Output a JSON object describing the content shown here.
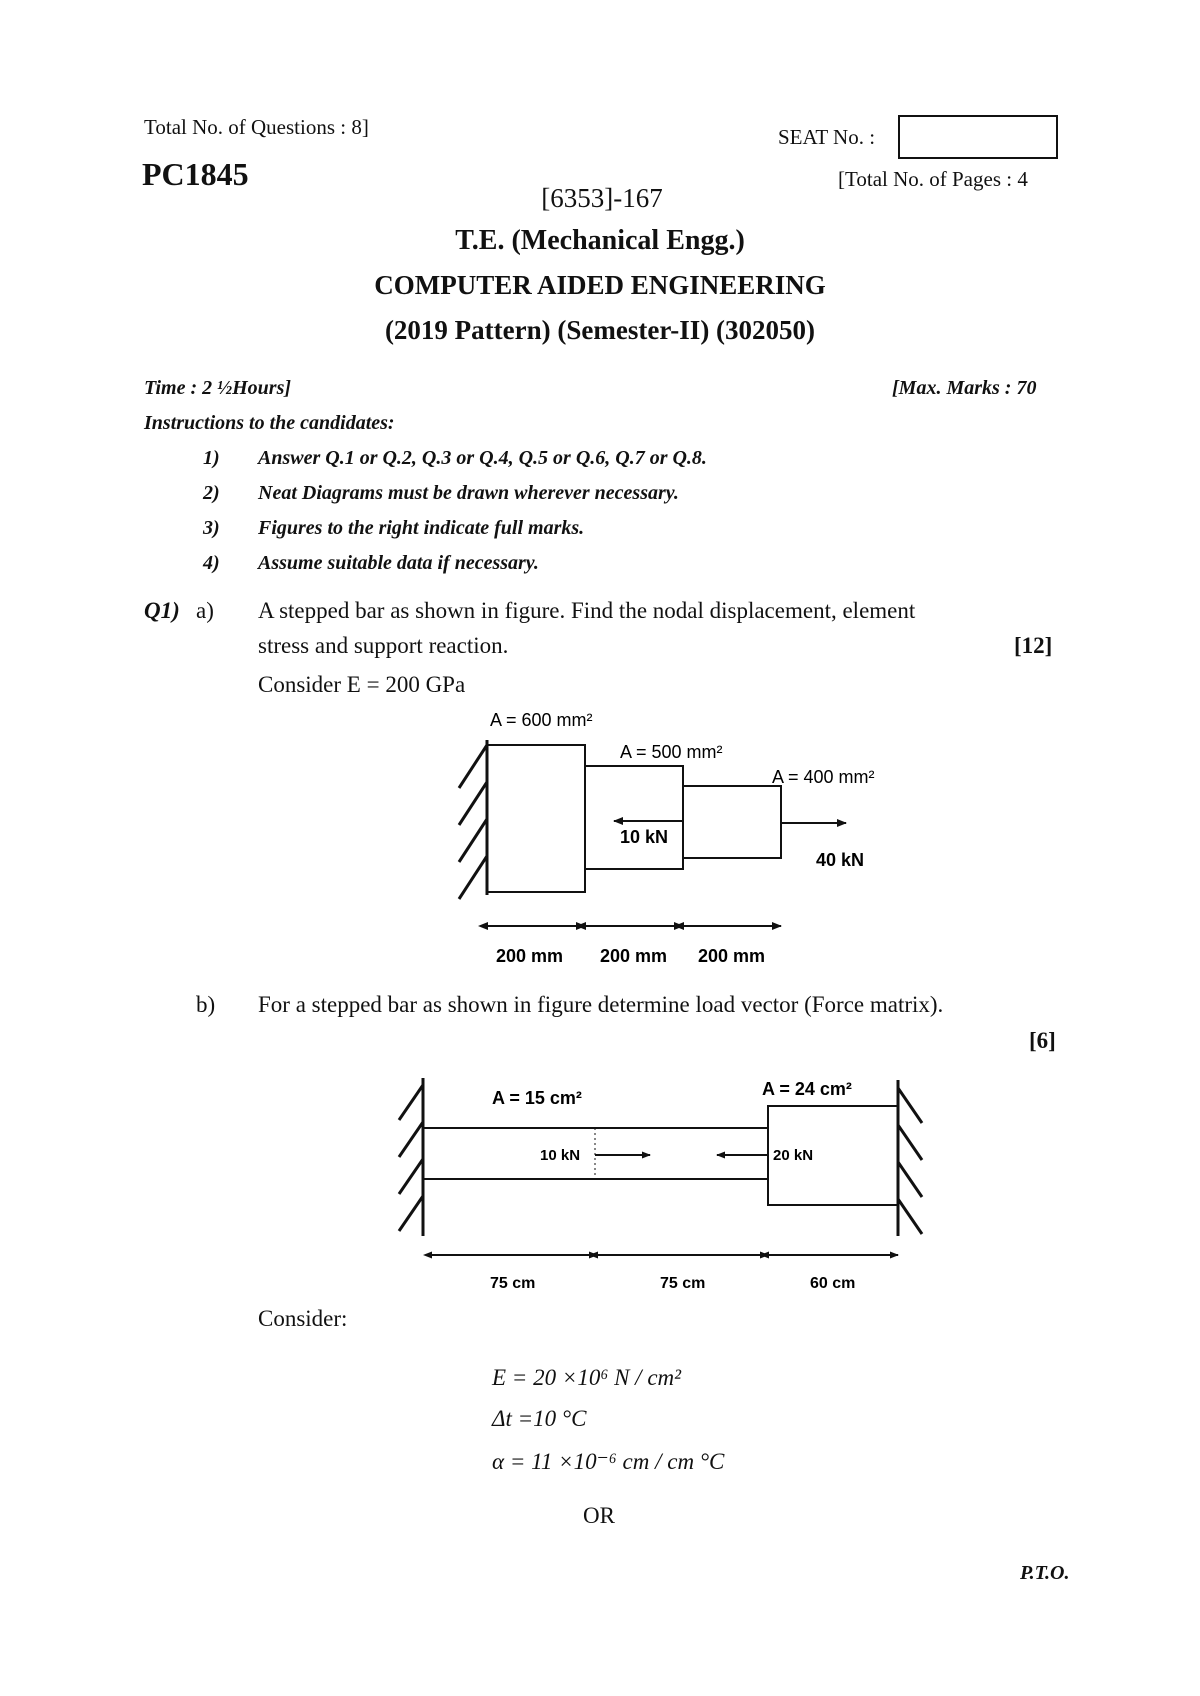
{
  "header": {
    "total_questions": "Total No. of Questions : 8]",
    "seat_label": "SEAT No. :",
    "paper_code": "PC1845",
    "total_pages": "[Total No. of Pages : 4",
    "exam_code": "[6353]-167",
    "course": "T.E. (Mechanical Engg.)",
    "subject": "COMPUTER AIDED ENGINEERING",
    "pattern": "(2019 Pattern) (Semester-II) (302050)"
  },
  "meta": {
    "time": "Time : 2 ½Hours]",
    "max_marks": "[Max. Marks : 70"
  },
  "instructions": {
    "heading": "Instructions to the candidates:",
    "items": [
      {
        "num": "1)",
        "text": "Answer Q.1 or Q.2, Q.3 or Q.4, Q.5 or Q.6, Q.7 or Q.8."
      },
      {
        "num": "2)",
        "text": "Neat Diagrams must be drawn wherever necessary."
      },
      {
        "num": "3)",
        "text": "Figures to the right indicate full marks."
      },
      {
        "num": "4)",
        "text": "Assume suitable data if necessary."
      }
    ]
  },
  "q1": {
    "label": "Q1)",
    "a": {
      "label": "a)",
      "line1": "A stepped bar as shown in figure. Find the nodal displacement, element",
      "line2": "stress and support reaction.",
      "marks": "[12]",
      "consider": "Consider E = 200 GPa",
      "figure": {
        "areas": [
          "A = 600 mm²",
          "A = 500 mm²",
          "A = 400 mm²"
        ],
        "loads": [
          "10 kN",
          "40 kN"
        ],
        "lengths": [
          "200 mm",
          "200 mm",
          "200 mm"
        ]
      }
    },
    "b": {
      "label": "b)",
      "text": "For a stepped bar as shown in figure determine load vector (Force matrix).",
      "marks": "[6]",
      "figure": {
        "areas": [
          "A = 15 cm²",
          "A = 24 cm²"
        ],
        "loads": [
          "10 kN",
          "20 kN"
        ],
        "lengths": [
          "75 cm",
          "75 cm",
          "60 cm"
        ]
      },
      "consider": "Consider:",
      "eq1": "E = 20 ×10⁶ N / cm²",
      "eq2": "Δt =10 °C",
      "eq3": "α = 11 ×10⁻⁶ cm / cm °C"
    }
  },
  "or_label": "OR",
  "pto": "P.T.O."
}
